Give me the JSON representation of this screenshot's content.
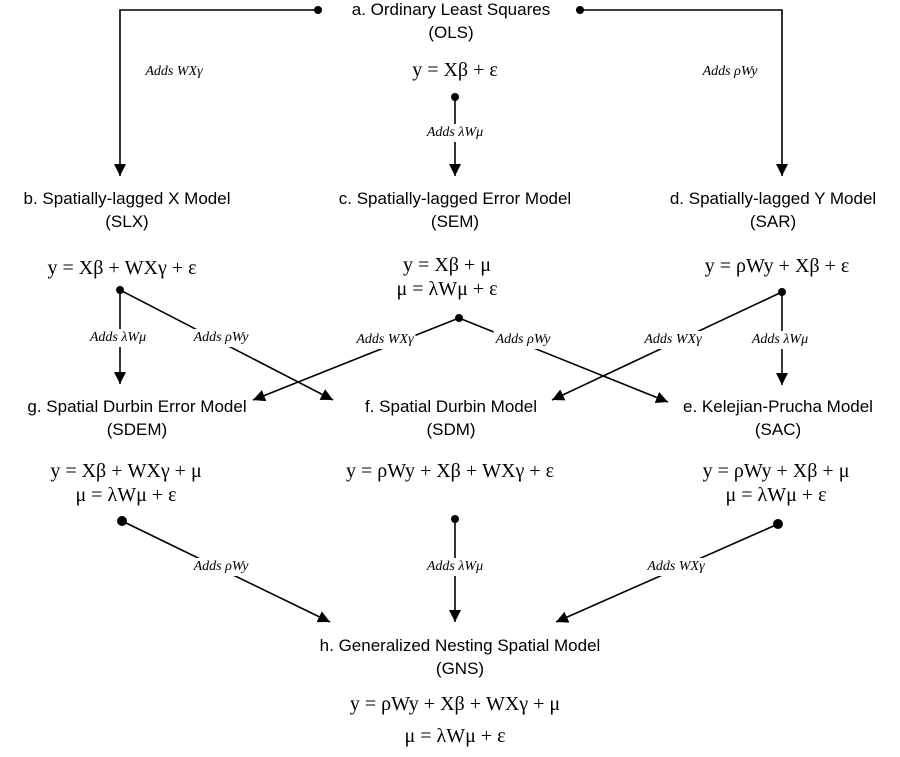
{
  "models": {
    "ols": {
      "title": "a. Ordinary Least Squares",
      "abbr": "(OLS)",
      "eq1": "y = Xβ + ε"
    },
    "slx": {
      "title": "b. Spatially-lagged X Model",
      "abbr": "(SLX)",
      "eq1": "y = Xβ + WXγ + ε"
    },
    "sem": {
      "title": "c. Spatially-lagged Error Model",
      "abbr": "(SEM)",
      "eq1": "y = Xβ + μ",
      "eq2": "μ = λWμ + ε"
    },
    "sar": {
      "title": "d. Spatially-lagged Y Model",
      "abbr": "(SAR)",
      "eq1": "y = ρWy + Xβ + ε"
    },
    "sdem": {
      "title": "g. Spatial Durbin Error Model",
      "abbr": "(SDEM)",
      "eq1": "y = Xβ + WXγ + μ",
      "eq2": "μ = λWμ + ε"
    },
    "sdm": {
      "title": "f. Spatial Durbin Model",
      "abbr": "(SDM)",
      "eq1": "y = ρWy + Xβ + WXγ + ε"
    },
    "sac": {
      "title": "e. Kelejian-Prucha Model",
      "abbr": "(SAC)",
      "eq1": "y = ρWy + Xβ + μ",
      "eq2": "μ = λWμ + ε"
    },
    "gns": {
      "title": "h. Generalized Nesting Spatial Model",
      "abbr": "(GNS)",
      "eq1": "y = ρWy + Xβ + WXγ + μ",
      "eq2": "μ = λWμ + ε"
    }
  },
  "edges": {
    "ols_slx": "Adds WXγ",
    "ols_sem": "Adds λWμ",
    "ols_sar": "Adds ρWy",
    "slx_sdem": "Adds λWμ",
    "slx_sdm": "Adds ρWy",
    "sem_sdem": "Adds WXγ",
    "sem_sac": "Adds ρWy",
    "sar_sdm": "Adds WXγ",
    "sar_sac": "Adds λWμ",
    "sdem_gns": "Adds ρWy",
    "sdm_gns": "Adds λWμ",
    "sac_gns": "Adds WXγ"
  },
  "colors": {
    "ink": "#000000",
    "background": "#ffffff"
  }
}
